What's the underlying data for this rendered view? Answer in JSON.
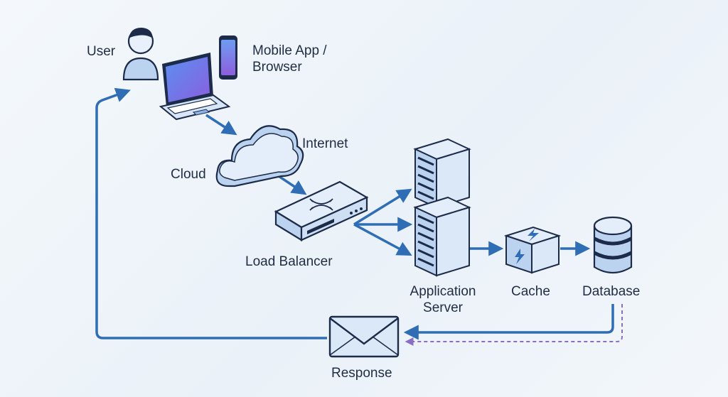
{
  "labels": {
    "user": "User",
    "device_line1": "Mobile App /",
    "device_line2": "Browser",
    "internet": "Internet",
    "cloud": "Cloud",
    "load_balancer": "Load Balancer",
    "app_server_line1": "Application",
    "app_server_line2": "Server",
    "cache": "Cache",
    "database": "Database",
    "response": "Response"
  },
  "colors": {
    "arrow": "#2f6db5",
    "dashed_arrow": "#8a6fc0",
    "outline": "#1c2b4a",
    "fill_light": "#dbe8f8",
    "fill_mid": "#bcd3ef",
    "screen_top": "#5b8ff0",
    "screen_bottom": "#8a5fe0",
    "text": "#1f2d44"
  },
  "icons": [
    "user-icon",
    "laptop-icon",
    "mobile-phone-icon",
    "cloud-icon",
    "load-balancer-icon",
    "server-rack-icon",
    "cache-icon",
    "database-icon",
    "envelope-icon"
  ]
}
